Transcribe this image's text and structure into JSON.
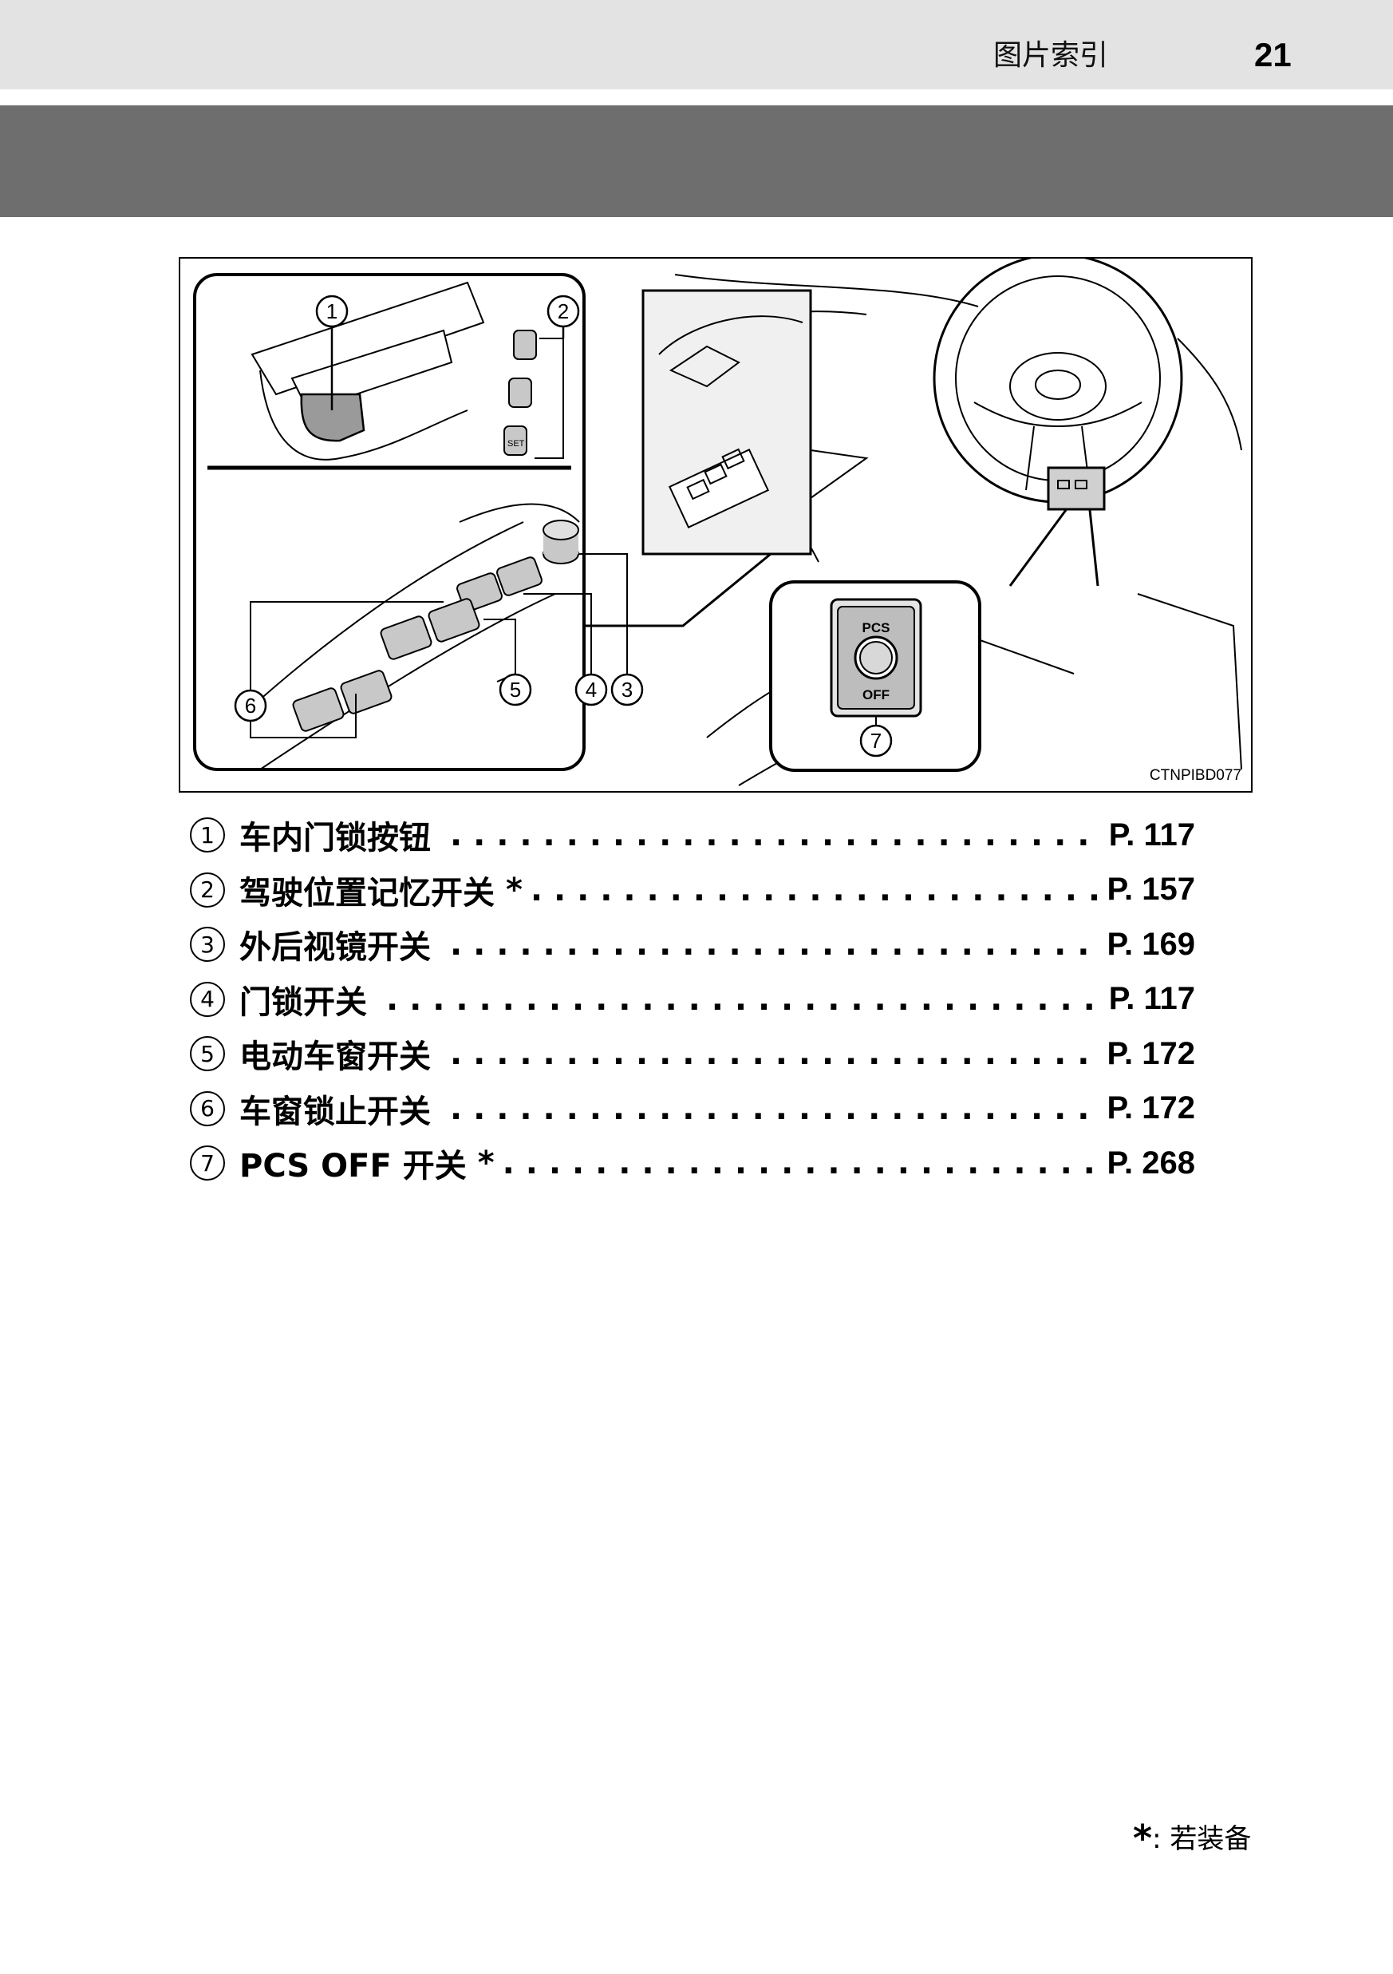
{
  "header": {
    "title": "图片索引",
    "page_number": "21"
  },
  "figure": {
    "code": "CTNPIBD077",
    "callouts": [
      "1",
      "2",
      "3",
      "4",
      "5",
      "6",
      "7"
    ],
    "pcs_button": {
      "top_label": "PCS",
      "bottom_label": "OFF"
    },
    "memory_button_label": "SET"
  },
  "index": {
    "items": [
      {
        "num": "1",
        "label": "车内门锁按钮",
        "star": "",
        "page": "P. 117"
      },
      {
        "num": "2",
        "label": "驾驶位置记忆开关",
        "star": "*",
        "page": "P. 157"
      },
      {
        "num": "3",
        "label": "外后视镜开关",
        "star": "",
        "page": "P. 169"
      },
      {
        "num": "4",
        "label": "门锁开关",
        "star": "",
        "page": "P. 117"
      },
      {
        "num": "5",
        "label": "电动车窗开关",
        "star": "",
        "page": "P. 172"
      },
      {
        "num": "6",
        "label": "车窗锁止开关",
        "star": "",
        "page": "P. 172"
      },
      {
        "num": "7",
        "label": "PCS OFF 开关",
        "star": "*",
        "page": "P. 268"
      }
    ]
  },
  "footnote": {
    "star": "*",
    "text": ": 若装备"
  }
}
